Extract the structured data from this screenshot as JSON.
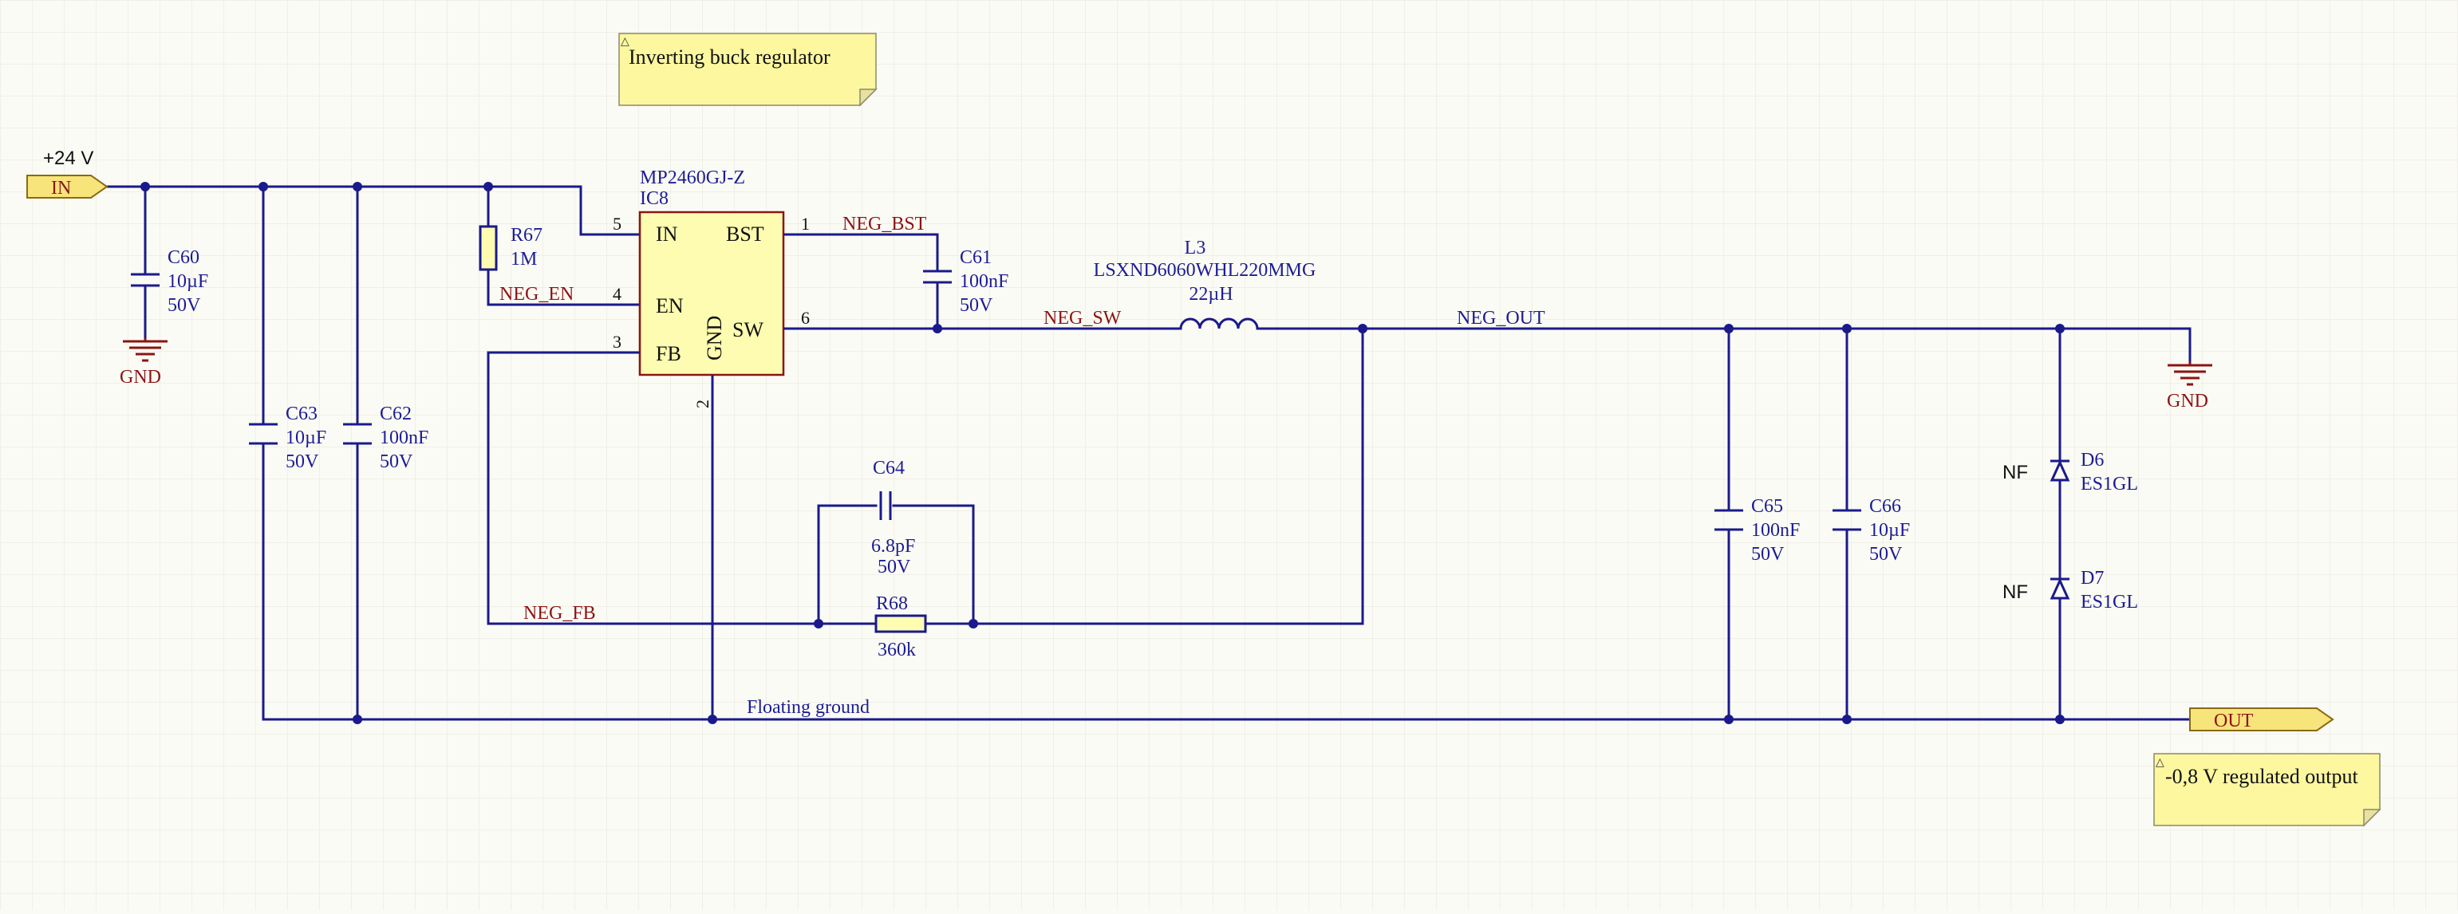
{
  "notes": {
    "title": "Inverting buck regulator",
    "output": "-0,8 V regulated output"
  },
  "ports": {
    "in_label": "IN",
    "in_voltage": "+24 V",
    "out_label": "OUT"
  },
  "ic": {
    "part_number": "MP2460GJ-Z",
    "designator": "IC8",
    "pins": {
      "in_name": "IN",
      "in_num": "5",
      "en_name": "EN",
      "en_num": "4",
      "fb_name": "FB",
      "fb_num": "3",
      "bst_name": "BST",
      "bst_num": "1",
      "sw_name": "SW",
      "sw_num": "6",
      "gnd_name": "GND",
      "gnd_num": "2"
    }
  },
  "components": {
    "c60": {
      "ref": "C60",
      "value": "10µF",
      "rating": "50V"
    },
    "c63": {
      "ref": "C63",
      "value": "10µF",
      "rating": "50V"
    },
    "c62": {
      "ref": "C62",
      "value": "100nF",
      "rating": "50V"
    },
    "r67": {
      "ref": "R67",
      "value": "1M"
    },
    "c61": {
      "ref": "C61",
      "value": "100nF",
      "rating": "50V"
    },
    "l3": {
      "ref": "L3",
      "part": "LSXND6060WHL220MMG",
      "value": "22µH"
    },
    "c64": {
      "ref": "C64",
      "value": "6.8pF",
      "rating": "50V"
    },
    "r68": {
      "ref": "R68",
      "value": "360k"
    },
    "c65": {
      "ref": "C65",
      "value": "100nF",
      "rating": "50V"
    },
    "c66": {
      "ref": "C66",
      "value": "10µF",
      "rating": "50V"
    },
    "d6": {
      "ref": "D6",
      "part": "ES1GL",
      "nf": "NF"
    },
    "d7": {
      "ref": "D7",
      "part": "ES1GL",
      "nf": "NF"
    }
  },
  "nets": {
    "neg_bst": "NEG_BST",
    "neg_en": "NEG_EN",
    "neg_sw": "NEG_SW",
    "neg_out": "NEG_OUT",
    "neg_fb": "NEG_FB",
    "floating_ground": "Floating ground"
  },
  "power": {
    "gnd_left": "GND",
    "gnd_right": "GND"
  },
  "colors": {
    "wire": "#1a1a8c",
    "net_label": "#8c1414",
    "note_fill": "#fdf7a0",
    "component_fill": "#fefcb0"
  }
}
